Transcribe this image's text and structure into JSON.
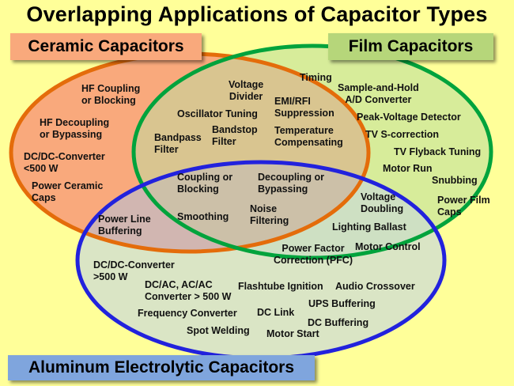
{
  "title": "Overlapping Applications of Capacitor Types",
  "legend": {
    "ceramic": {
      "label": "Ceramic Capacitors",
      "color": "#f9a97c"
    },
    "film": {
      "label": "Film Capacitors",
      "color": "#b6d67a"
    },
    "aluminum": {
      "label": "Aluminum Electrolytic Capacitors",
      "color": "#7fa5dd"
    }
  },
  "circles": {
    "ceramic": {
      "stroke": "#e46c0a",
      "fill": "#f9a97c"
    },
    "film": {
      "stroke": "#00a33c",
      "fill": "#d7ec9a"
    },
    "aluminum": {
      "stroke": "#2222dd",
      "fill": "#bccfe9"
    }
  },
  "labels": {
    "ceramic_only": [
      "HF Coupling\nor Blocking",
      "HF Decoupling\nor Bypassing",
      "DC/DC-Converter\n<500 W",
      "Power Ceramic\nCaps"
    ],
    "ceramic_film": [
      "Voltage\nDivider",
      "Oscillator Tuning",
      "EMI/RFI\nSuppression",
      "Bandpass\nFilter",
      "Bandstop\nFilter",
      "Temperature\nCompensating"
    ],
    "film_only": [
      "Timing",
      "Sample-and-Hold\nA/D Converter",
      "Peak-Voltage Detector",
      "TV S-correction",
      "TV Flyback Tuning",
      "Motor Run",
      "Snubbing",
      "Power Film\nCaps"
    ],
    "all_three": [
      "Coupling or\nBlocking",
      "Decoupling or\nBypassing",
      "Smoothing",
      "Noise\nFiltering"
    ],
    "ceramic_aluminum": [
      "Power Line\nBuffering"
    ],
    "film_aluminum": [
      "Voltage\nDoubling",
      "Lighting Ballast",
      "Motor Control",
      "Power Factor\nCorrection (PFC)"
    ],
    "aluminum_only": [
      "DC/DC-Converter\n>500 W",
      "DC/AC, AC/AC\nConverter > 500 W",
      "Flashtube Ignition",
      "Audio Crossover",
      "UPS Buffering",
      "Frequency Converter",
      "DC Link",
      "DC Buffering",
      "Spot Welding",
      "Motor Start"
    ]
  }
}
